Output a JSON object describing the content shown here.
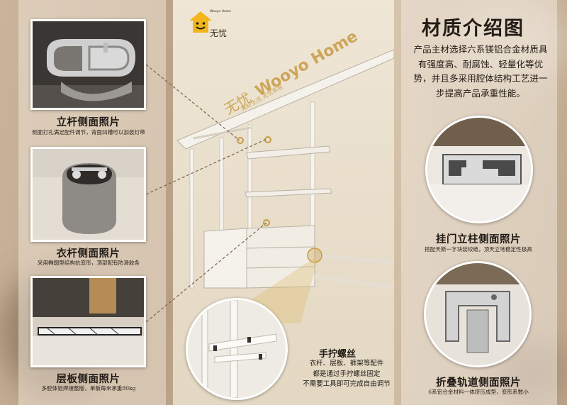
{
  "brand": {
    "logo_en": "Wooyo Home",
    "logo_cn": "无忧",
    "ceiling_cn": "无忧",
    "ceiling_en": "Wooyo Home",
    "ceiling_sub": "美好生活 无忧家居"
  },
  "header": {
    "title": "材质介绍图",
    "intro": "产品主材选择六系镁铝合金材质具有强度高、耐腐蚀、轻量化等优势，并且多采用腔体结构工艺进一步提高产品承重性能。"
  },
  "left_items": [
    {
      "title": "立杆侧面照片",
      "desc": "侧面打孔满足配件调节，背面凹槽可以加装灯带"
    },
    {
      "title": "衣杆侧面照片",
      "desc": "采用椭圆型结构抗变形，顶部配有防滑胶条"
    },
    {
      "title": "层板侧面照片",
      "desc": "多腔体铝焊接整版，单板每米承重80kg"
    }
  ],
  "right_items": [
    {
      "title": "挂门立柱侧面照片",
      "desc": "搭配天斯一字块装铰链，顶天立地稳定性极高"
    },
    {
      "title": "折叠轨道侧面照片",
      "desc": "6系铝合金材料一体挤压成型，变形系数小"
    }
  ],
  "knob": {
    "title": "手拧螺丝",
    "lines": [
      "衣杆、层板、裤架等配件",
      "都是通过手拧螺丝固定",
      "不需要工具即可完成自由调节"
    ]
  },
  "colors": {
    "logo_yellow": "#f2b51c",
    "gold_accent": "#c89b45",
    "frame_white": "#ffffff"
  },
  "icons": [
    "house-smiley-logo-icon"
  ]
}
